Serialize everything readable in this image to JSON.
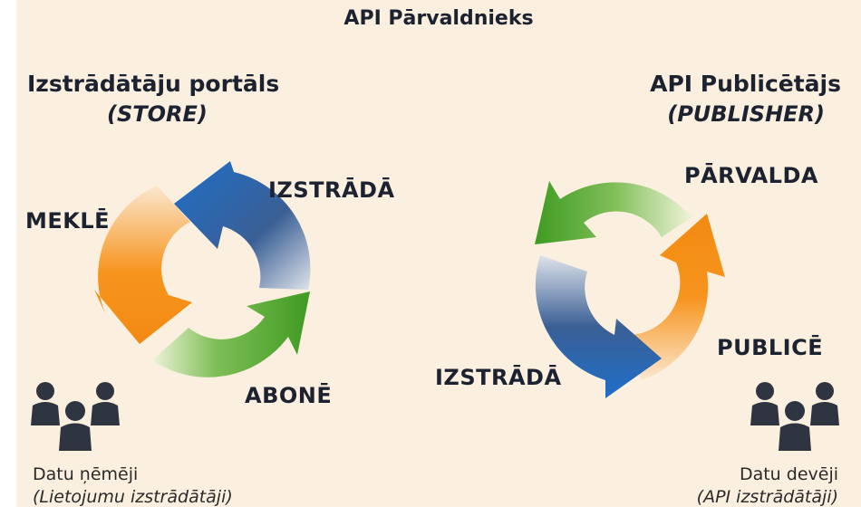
{
  "title": "API Pārvaldnieks",
  "store": {
    "title": "Izstrādātāju portāls",
    "subtitle": "(STORE)",
    "cycle": [
      "MEKLĒ",
      "IZSTRĀDĀ",
      "ABONĒ"
    ],
    "caption": "Datu ņēmēji",
    "caption_sub": "(Lietojumu izstrādātāji)"
  },
  "publisher": {
    "title": "API Publicētājs",
    "subtitle": "(PUBLISHER)",
    "cycle": [
      "PĀRVALDA",
      "PUBLICĒ",
      "IZSTRĀDĀ"
    ],
    "caption": "Datu devēji",
    "caption_sub": "(API izstrādātāji)"
  },
  "colors": {
    "background": "#fbefdf",
    "orange": "#f7941d",
    "blue": "#1f6fc9",
    "green": "#4fa52c",
    "text": "#1c2230",
    "people": "#2e3440"
  },
  "icons": [
    "cycle-arrows-icon",
    "people-group-icon"
  ]
}
